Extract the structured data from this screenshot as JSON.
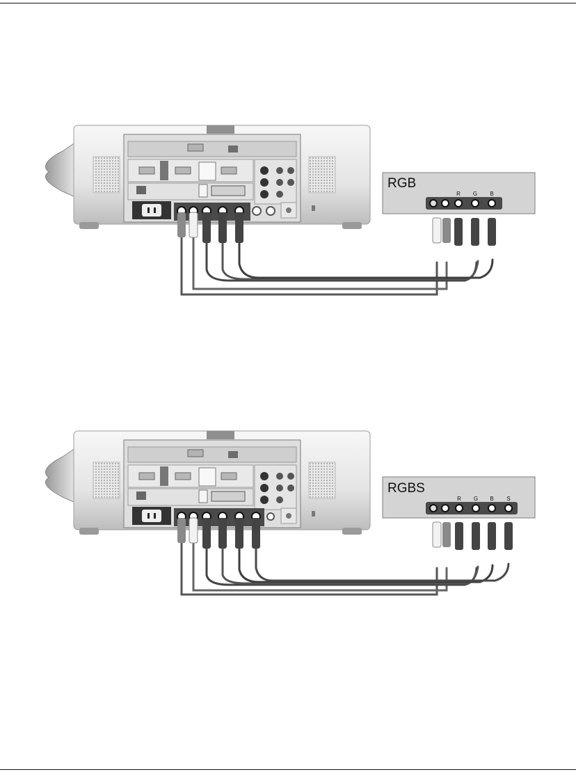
{
  "diagrams": [
    {
      "source_label": "RGB",
      "connector_labels": [
        "R",
        "G",
        "B"
      ]
    },
    {
      "source_label": "RGBS",
      "connector_labels": [
        "R",
        "G",
        "B",
        "S"
      ]
    }
  ],
  "colors": {
    "rule": "#111111",
    "source_box": "#d4d4d4",
    "cable_dark": "#555555",
    "cable_light": "#f2f2f2",
    "chassis_light": "#f3f3f3",
    "chassis_mid": "#c6c6c6"
  },
  "icons": [
    "projector-icon",
    "power-socket-icon",
    "rca-connector-icon"
  ]
}
